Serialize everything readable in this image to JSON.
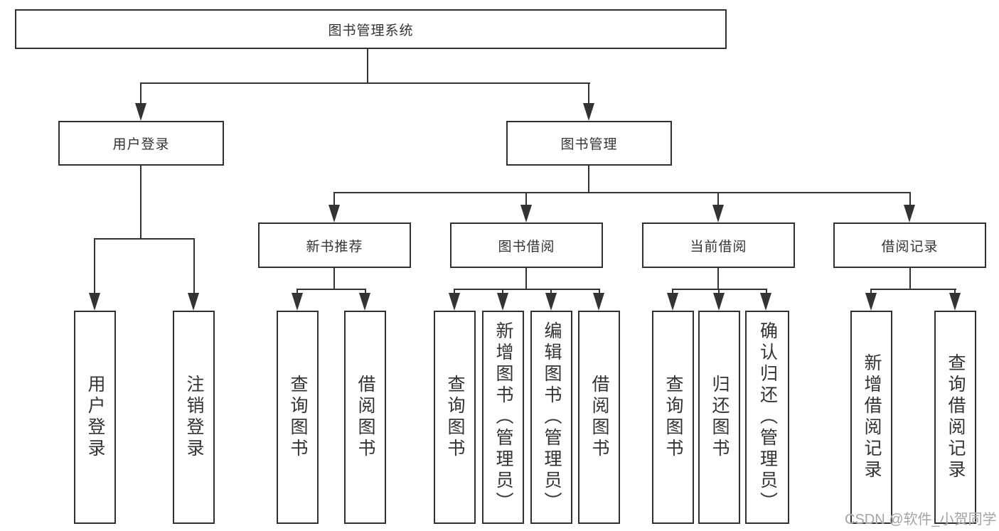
{
  "title": "图书管理系统",
  "colors": {
    "line": "#333333",
    "border": "#2f2f2f",
    "text": "#333333",
    "background": "#ffffff",
    "watermark": "#a4a4a8"
  },
  "nodes": {
    "root": {
      "label": "图书管理系统"
    },
    "level2": [
      {
        "label": "用户登录"
      },
      {
        "label": "图书管理"
      }
    ],
    "level3": [
      {
        "label": "新书推荐",
        "parent": "图书管理"
      },
      {
        "label": "图书借阅",
        "parent": "图书管理"
      },
      {
        "label": "当前借阅",
        "parent": "图书管理"
      },
      {
        "label": "借阅记录",
        "parent": "图书管理"
      }
    ],
    "leaves": [
      {
        "label": "用户登录",
        "parent": "用户登录"
      },
      {
        "label": "注销登录",
        "parent": "用户登录"
      },
      {
        "label": "查询图书",
        "parent": "新书推荐"
      },
      {
        "label": "借阅图书",
        "parent": "新书推荐"
      },
      {
        "label": "查询图书",
        "parent": "图书借阅"
      },
      {
        "label": "新增图书（管理员）",
        "parent": "图书借阅"
      },
      {
        "label": "编辑图书（管理员）",
        "parent": "图书借阅"
      },
      {
        "label": "借阅图书",
        "parent": "图书借阅"
      },
      {
        "label": "查询图书",
        "parent": "当前借阅"
      },
      {
        "label": "归还图书",
        "parent": "当前借阅"
      },
      {
        "label": "确认归还（管理员）",
        "parent": "当前借阅"
      },
      {
        "label": "新增借阅记录",
        "parent": "借阅记录"
      },
      {
        "label": "查询借阅记录",
        "parent": "借阅记录"
      }
    ]
  },
  "watermark": {
    "text": "CSDN @软件_小贺同学"
  }
}
